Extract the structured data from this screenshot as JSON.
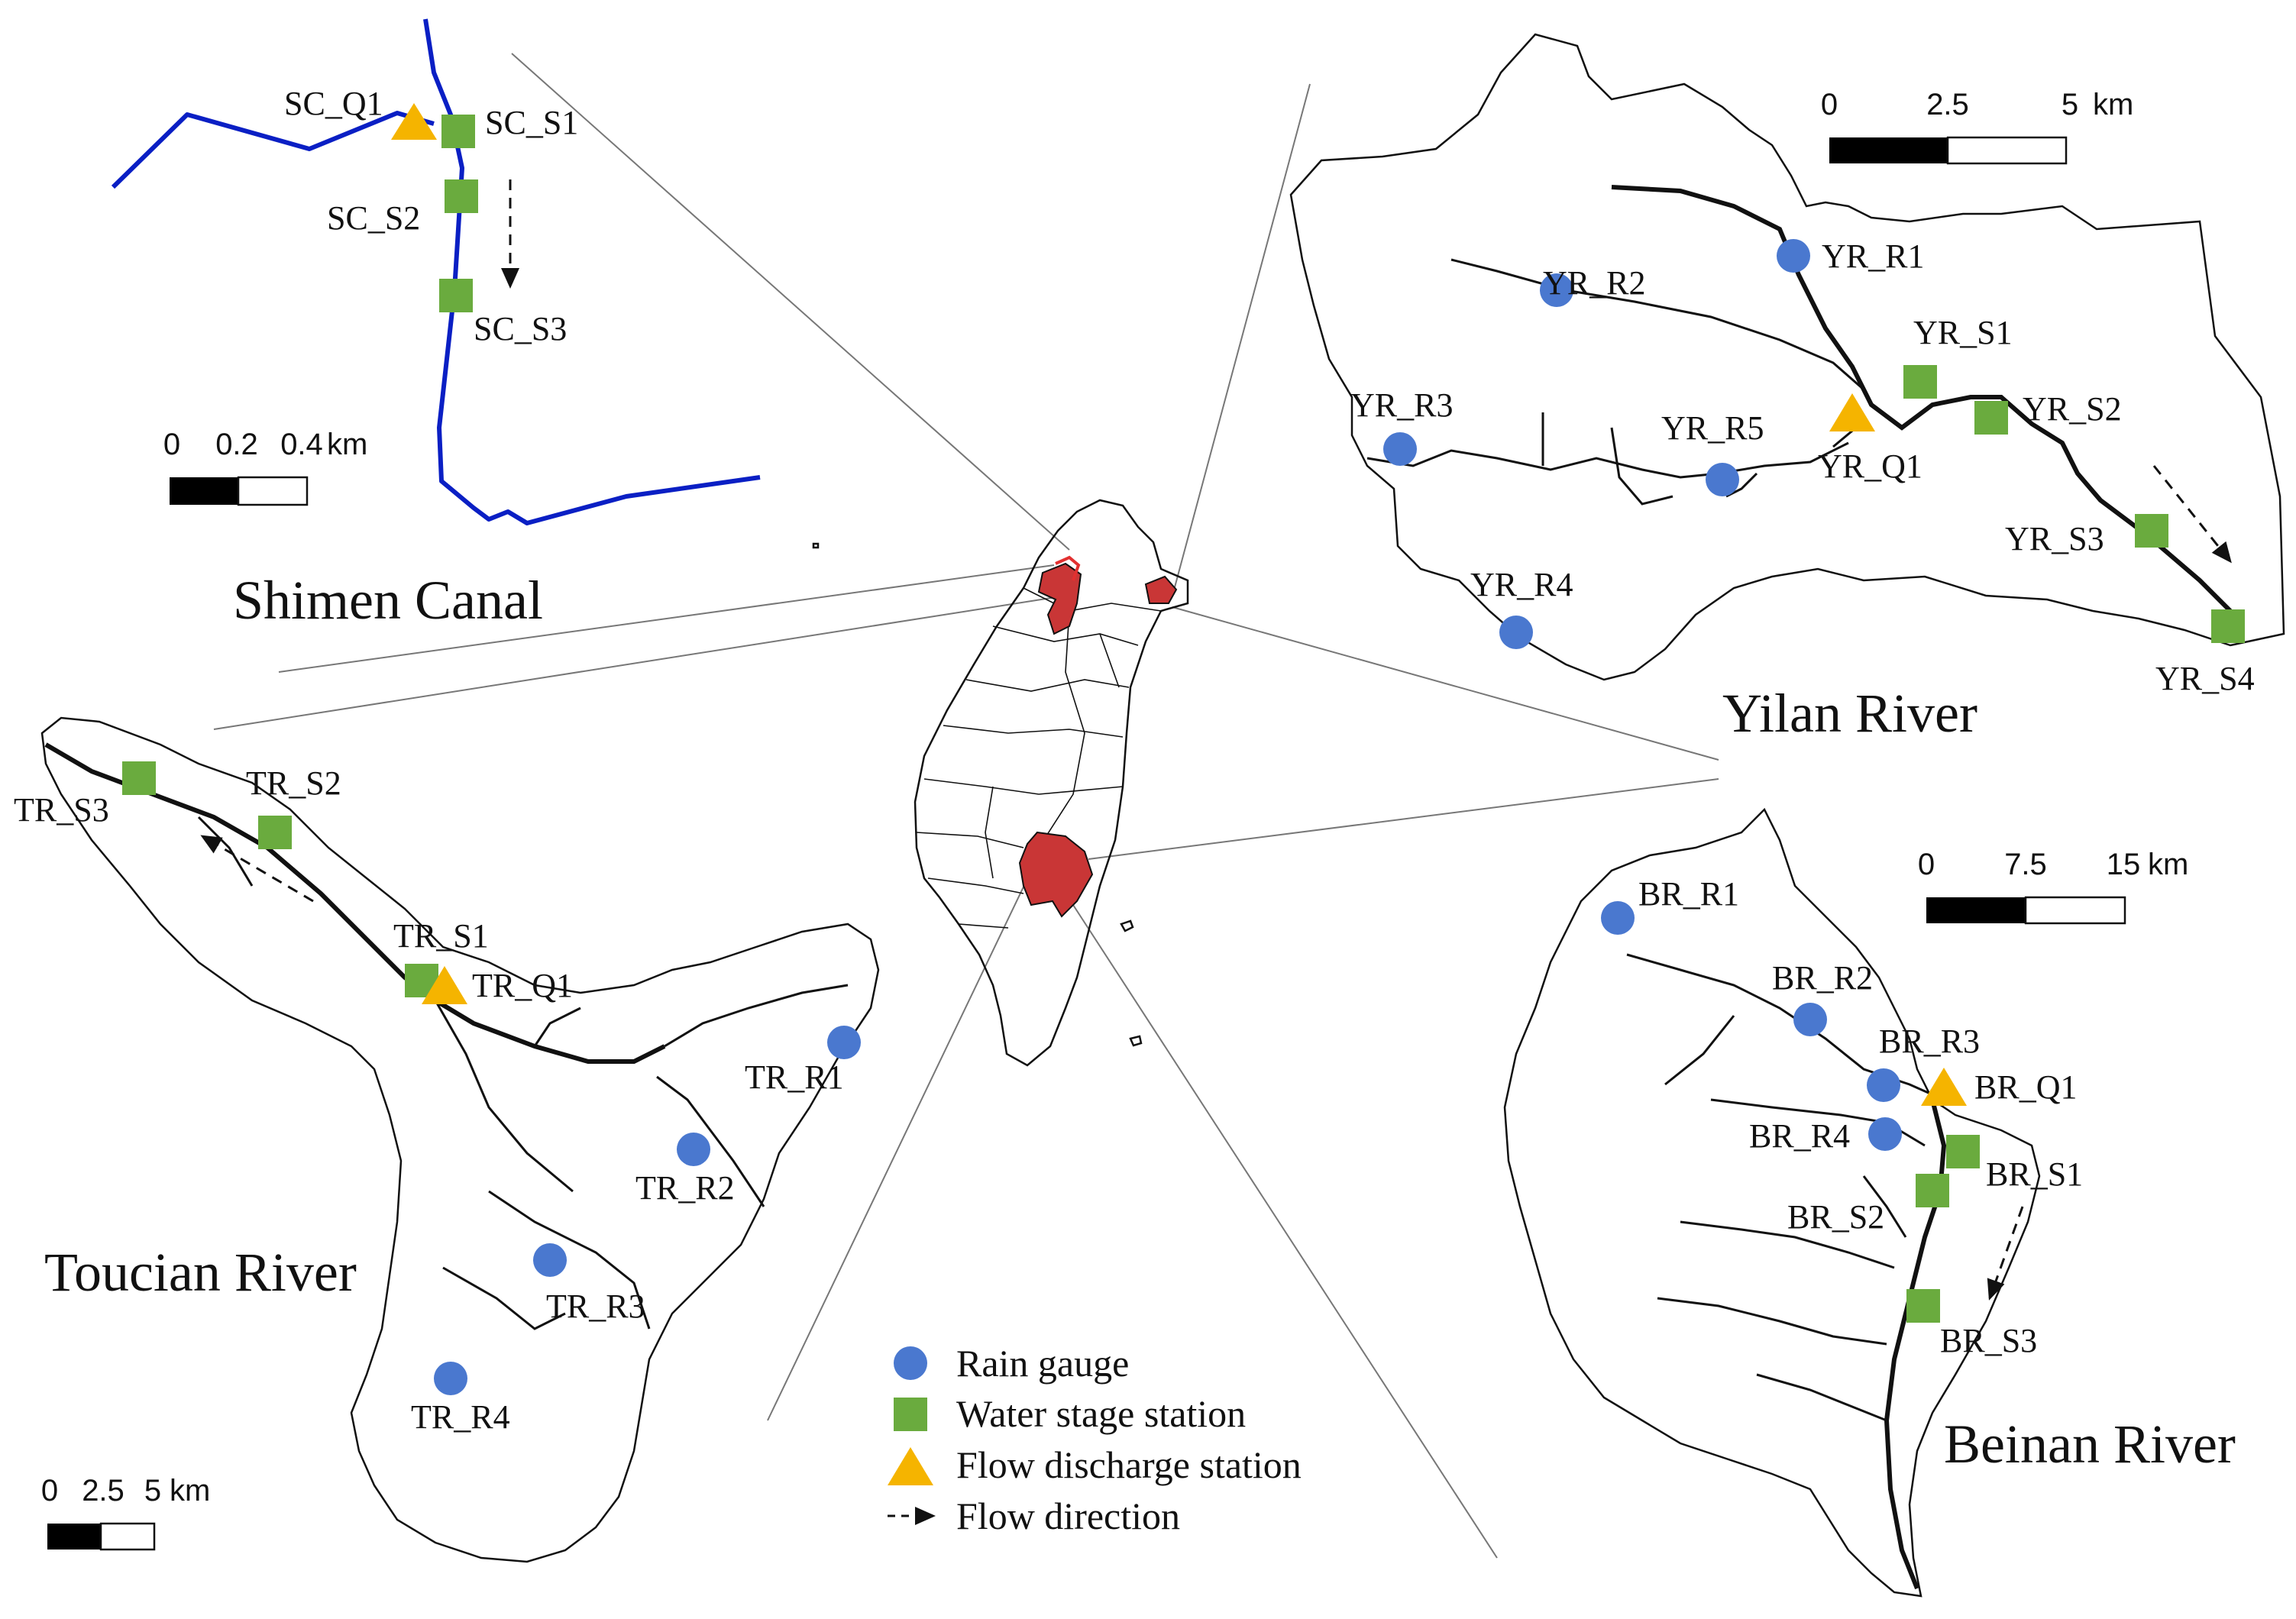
{
  "panels": {
    "shimen": {
      "title": "Shimen Canal",
      "scale": {
        "ticks": [
          "0",
          "0.2",
          "0.4"
        ],
        "unit": "km"
      },
      "stations": [
        "SC_Q1",
        "SC_S1",
        "SC_S2",
        "SC_S3"
      ]
    },
    "yilan": {
      "title": "Yilan River",
      "scale": {
        "ticks": [
          "0",
          "2.5",
          "5"
        ],
        "unit": "km"
      },
      "stations": [
        "YR_R1",
        "YR_R2",
        "YR_R3",
        "YR_R4",
        "YR_R5",
        "YR_Q1",
        "YR_S1",
        "YR_S2",
        "YR_S3",
        "YR_S4"
      ]
    },
    "toucian": {
      "title": "Toucian River",
      "scale": {
        "ticks": [
          "0",
          "2.5",
          "5"
        ],
        "unit": "km"
      },
      "stations": [
        "TR_S1",
        "TR_S2",
        "TR_S3",
        "TR_Q1",
        "TR_R1",
        "TR_R2",
        "TR_R3",
        "TR_R4"
      ]
    },
    "beinan": {
      "title": "Beinan River",
      "scale": {
        "ticks": [
          "0",
          "7.5",
          "15"
        ],
        "unit": "km"
      },
      "stations": [
        "BR_R1",
        "BR_R2",
        "BR_R3",
        "BR_R4",
        "BR_Q1",
        "BR_S1",
        "BR_S2",
        "BR_S3"
      ]
    }
  },
  "legend": [
    {
      "symbol": "circle",
      "color": "#4a78cf",
      "label": "Rain gauge"
    },
    {
      "symbol": "square",
      "color": "#6aab3e",
      "label": "Water stage station"
    },
    {
      "symbol": "triangle",
      "color": "#f5b400",
      "label": "Flow discharge station"
    },
    {
      "symbol": "dashed-arrow",
      "color": "#111111",
      "label": "Flow direction"
    }
  ],
  "colors": {
    "rain_gauge": "#4a78cf",
    "water_stage": "#6aab3e",
    "flow_discharge": "#f5b400",
    "canal": "#0a1fc4",
    "highlight_region": "#c93636"
  }
}
